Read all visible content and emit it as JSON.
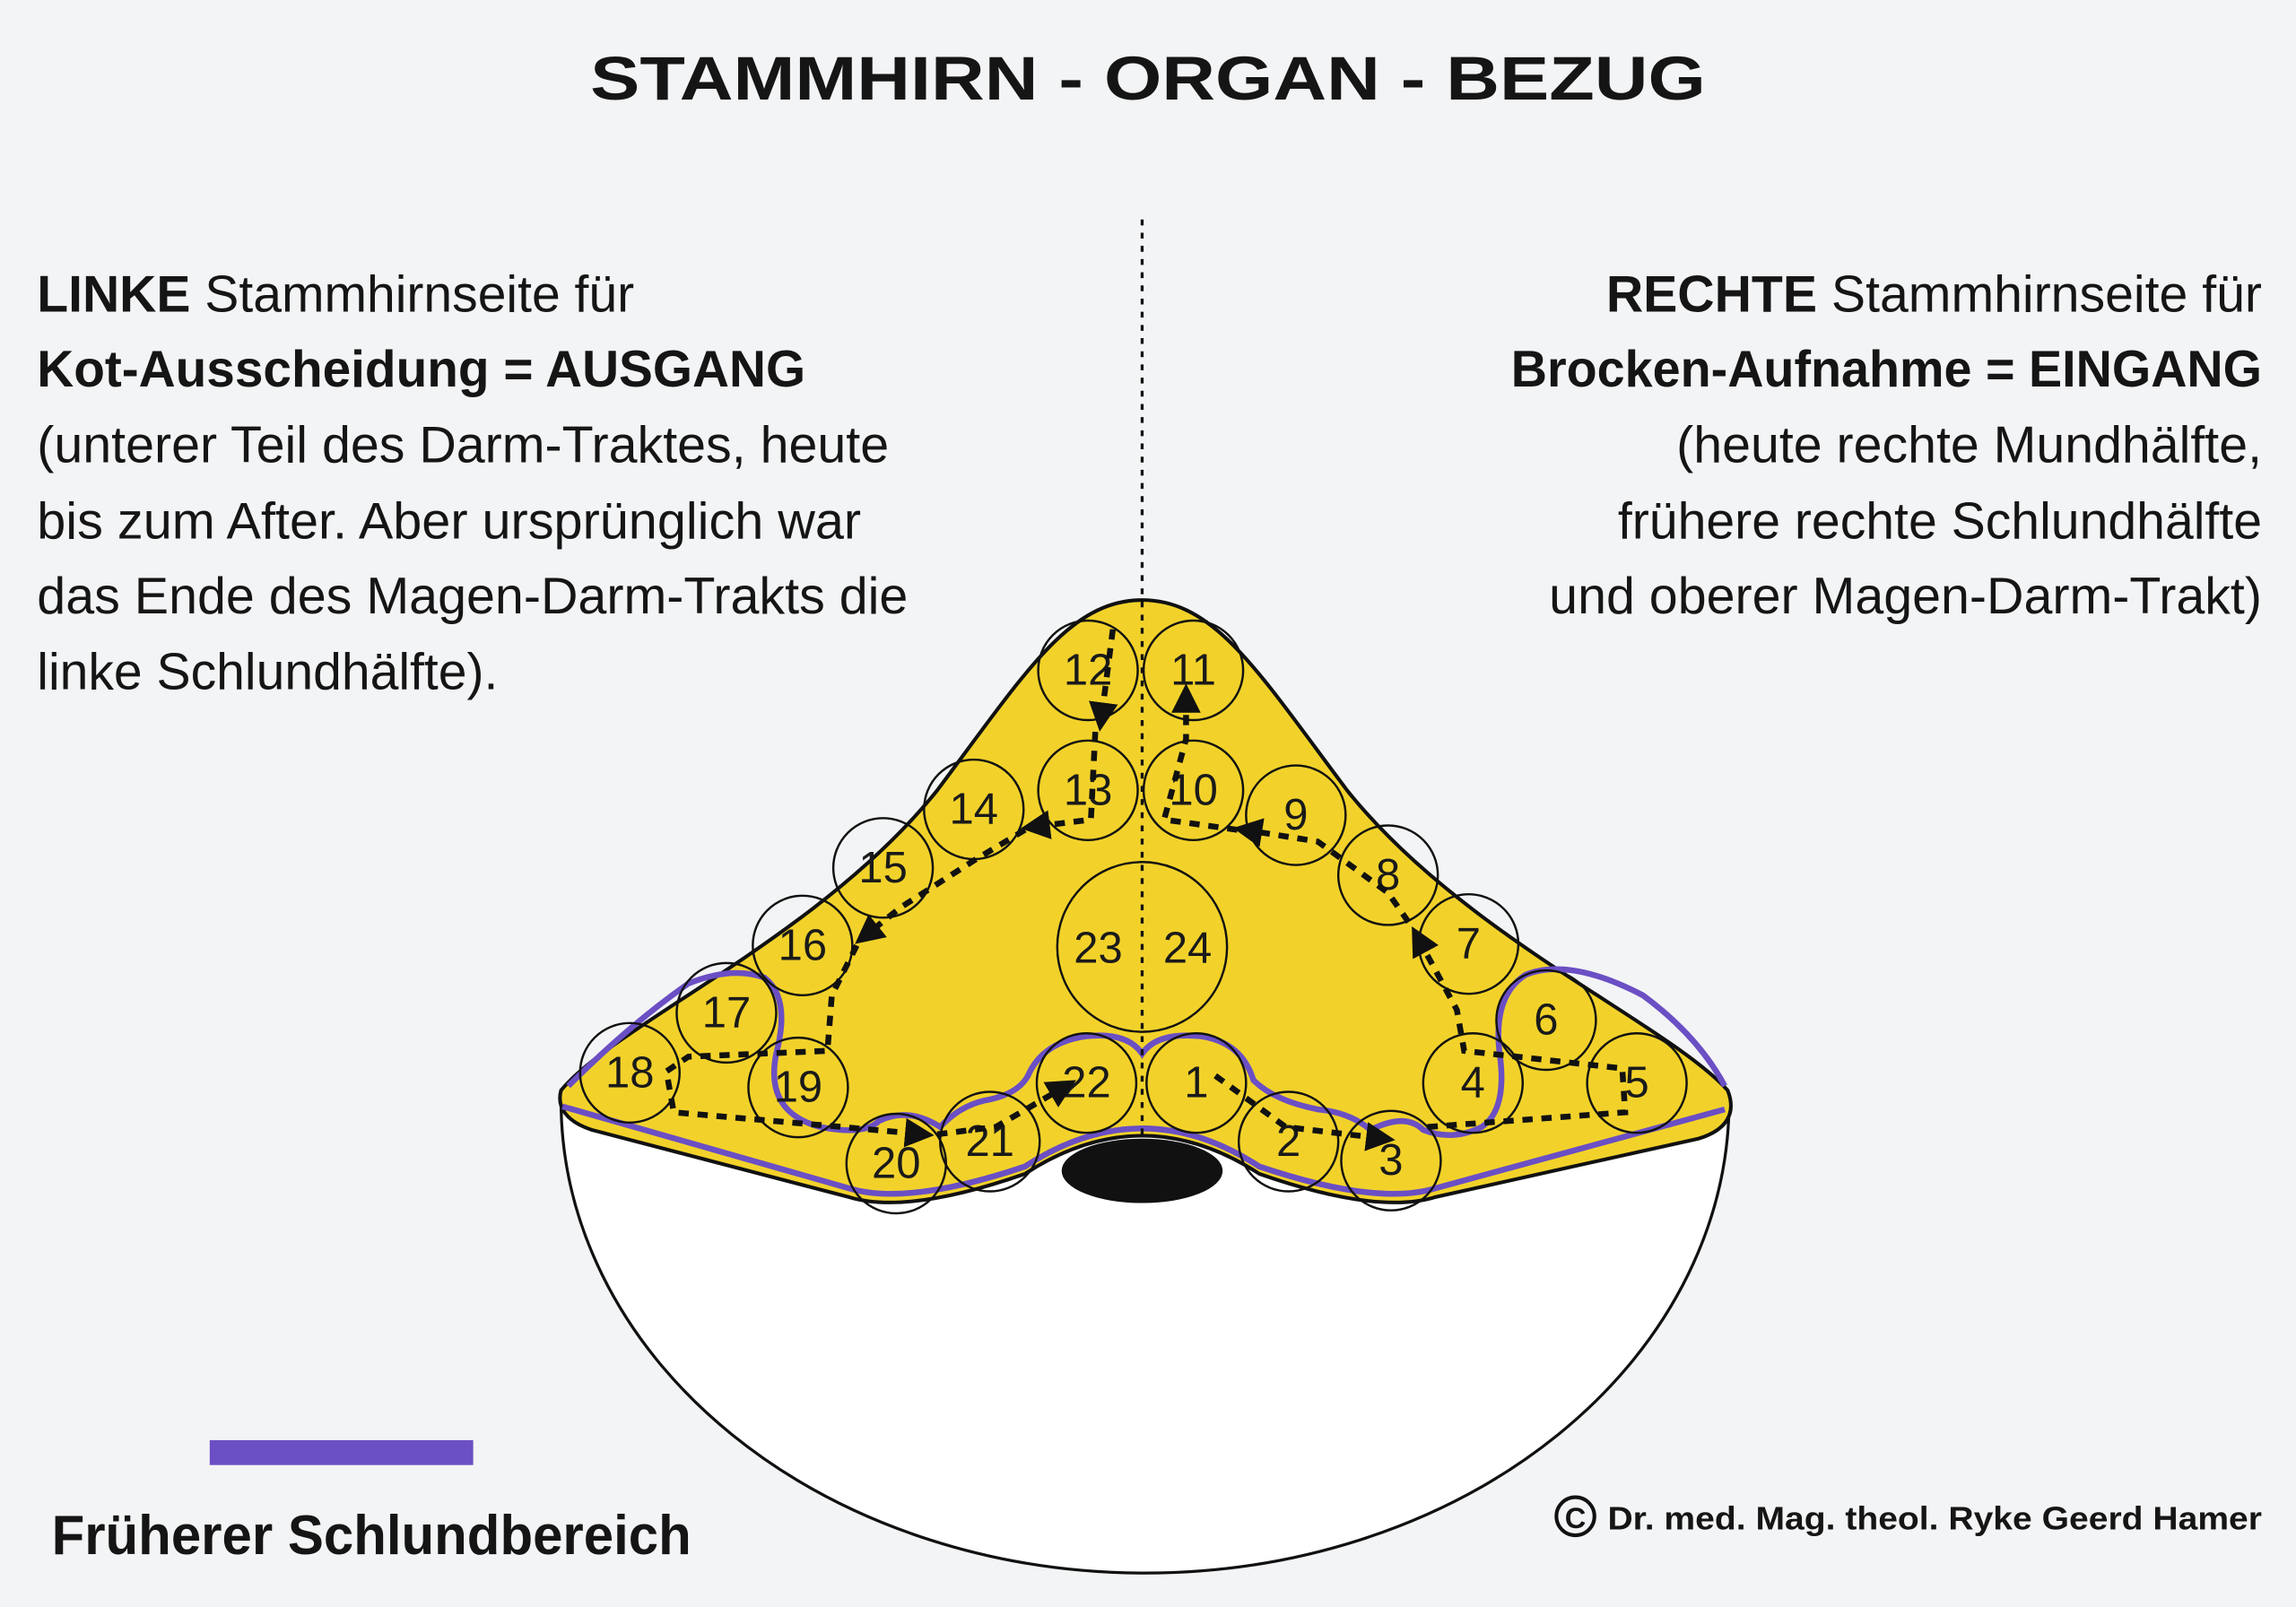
{
  "title": "STAMMHIRN - ORGAN - BEZUG",
  "left": {
    "heading_bold": "LINKE",
    "heading_rest": " Stammhirnseite für",
    "subheading": "Kot-Ausscheidung = AUSGANG",
    "lines": [
      "(unterer Teil des Darm-Traktes, heute",
      "bis zum After. Aber ursprünglich war",
      "das Ende des Magen-Darm-Trakts die",
      "linke Schlundhälfte)."
    ]
  },
  "right": {
    "heading_bold": "RECHTE",
    "heading_rest": " Stammhirnseite für",
    "subheading": "Brocken-Aufnahme = EINGANG",
    "lines": [
      "(heute rechte Mundhälfte,",
      "frühere rechte Schlundhälfte",
      "und oberer Magen-Darm-Trakt)"
    ]
  },
  "nodes": [
    "1",
    "2",
    "3",
    "4",
    "5",
    "6",
    "7",
    "8",
    "9",
    "10",
    "11",
    "12",
    "13",
    "14",
    "15",
    "16",
    "17",
    "18",
    "19",
    "20",
    "21",
    "22"
  ],
  "center_node": {
    "left": "23",
    "right": "24"
  },
  "legend": {
    "label": "Früherer Schlundbereich",
    "color": "#6b4fc4"
  },
  "copyright": "Dr. med. Mag. theol. Ryke Geerd Hamer",
  "copyright_symbol": "C",
  "colors": {
    "yellow": "#f2d22a",
    "purple": "#6b4fc4",
    "outline": "#111111"
  }
}
